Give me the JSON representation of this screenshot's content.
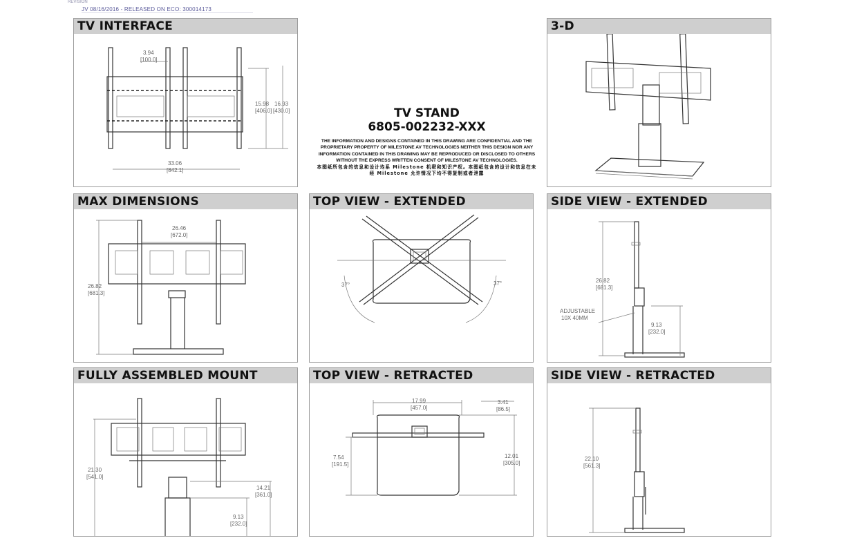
{
  "revision": {
    "label": "REVISION",
    "line": "JV 08/16/2016 - RELEASED ON ECO: 300014173"
  },
  "title_block": {
    "title": "TV STAND",
    "part_number": "6805-002232-XXX",
    "notice": "THE INFORMATION AND DESIGNS CONTAINED IN THIS DRAWING ARE CONFIDENTIAL AND THE PROPRIETARY PROPERTY OF MILESTONE AV TECHNOLOGIES NEITHER THIS DESIGN NOR ANY INFORMATION CONTAINED IN THIS DRAWING MAY BE REPRODUCED OR DISCLOSED TO OTHERS WITHOUT THE EXPRESS WRITTEN CONSENT OF MILESTONE AV TECHNOLOGIES.",
    "notice_cn": "本图纸所包含的信息和设计均系 Milestone 机密和知识产权。本图纸包含的设计和信息在未经 Milestone 允许情况下均不得复制或者泄露"
  },
  "panels": {
    "tv_interface": {
      "title": "TV INTERFACE",
      "dims": {
        "top_in": "3.94",
        "top_mm": "[100.0]",
        "h1_in": "15.98",
        "h1_mm": "[406.0]",
        "h2_in": "16.93",
        "h2_mm": "[430.0]",
        "w_in": "33.06",
        "w_mm": "[842.1]"
      }
    },
    "three_d": {
      "title": "3-D"
    },
    "max_dimensions": {
      "title": "MAX DIMENSIONS",
      "dims": {
        "w_in": "26.46",
        "w_mm": "[672.0]",
        "h_in": "26.82",
        "h_mm": "[681.3]"
      }
    },
    "top_view_extended": {
      "title": "TOP VIEW - EXTENDED",
      "dims": {
        "angle_left": "37°",
        "angle_right": "37°"
      }
    },
    "side_view_extended": {
      "title": "SIDE VIEW - EXTENDED",
      "dims": {
        "h_in": "26.82",
        "h_mm": "[681.3]",
        "note1": "ADJUSTABLE",
        "note2": "10X 40MM",
        "lift_in": "9.13",
        "lift_mm": "[232.0]"
      }
    },
    "fully_assembled": {
      "title": "FULLY ASSEMBLED MOUNT",
      "dims": {
        "h_in": "21.30",
        "h_mm": "[541.0]",
        "h2_in": "14.21",
        "h2_mm": "[361.0]",
        "h3_in": "9.13",
        "h3_mm": "[232.0]"
      }
    },
    "top_view_retracted": {
      "title": "TOP VIEW - RETRACTED",
      "dims": {
        "w_in": "17.99",
        "w_mm": "[457.0]",
        "off_in": "3.41",
        "off_mm": "[86.5]",
        "d1_in": "7.54",
        "d1_mm": "[191.5]",
        "d2_in": "12.01",
        "d2_mm": "[305.0]"
      }
    },
    "side_view_retracted": {
      "title": "SIDE VIEW - RETRACTED",
      "dims": {
        "h_in": "22.10",
        "h_mm": "[561.3]"
      }
    }
  }
}
